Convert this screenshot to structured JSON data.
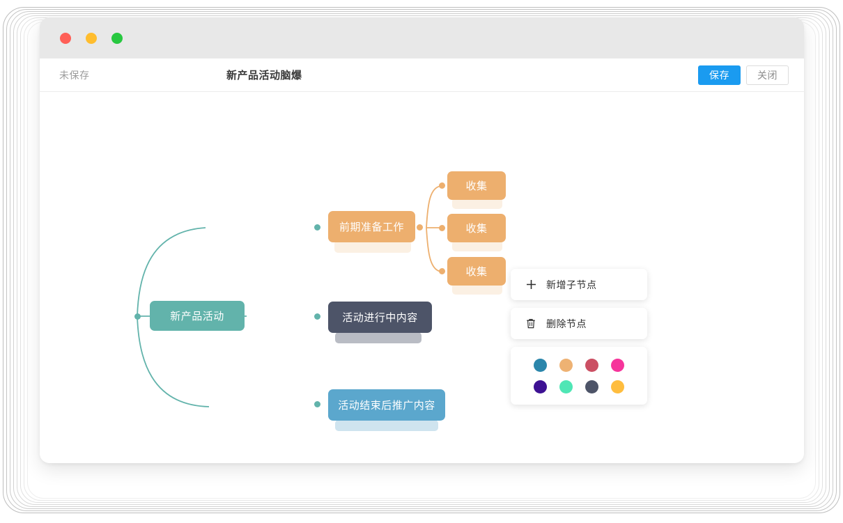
{
  "window": {
    "traffic_lights": [
      "close",
      "minimize",
      "maximize"
    ]
  },
  "toolbar": {
    "status": "未保存",
    "title": "新产品活动脑爆",
    "save_label": "保存",
    "close_label": "关闭",
    "save_color": "#1a9bf0"
  },
  "mindmap": {
    "root": {
      "label": "新产品活动",
      "color": "#62b3ab"
    },
    "branches": [
      {
        "label": "前期准备工作",
        "color": "#edaf6e",
        "children": [
          {
            "label": "收集",
            "color": "#edaf6e"
          },
          {
            "label": "收集",
            "color": "#edaf6e"
          },
          {
            "label": "收集",
            "color": "#edaf6e"
          }
        ]
      },
      {
        "label": "活动进行中内容",
        "color": "#4d5468",
        "children": []
      },
      {
        "label": "活动结束后推广内容",
        "color": "#5ba7cd",
        "children": []
      }
    ],
    "edge_color_root": "#62b3ab",
    "edge_color_branch": "#edaf6e"
  },
  "context_menu": {
    "items": [
      {
        "label": "新增子节点",
        "icon": "plus-icon"
      },
      {
        "label": "删除节点",
        "icon": "trash-icon"
      }
    ],
    "swatch_rows": [
      [
        "#2b86ab",
        "#eeb273",
        "#cb4f63",
        "#f6349b"
      ],
      [
        "#3d1193",
        "#4fe6b5",
        "#4d5468",
        "#ffbd3e"
      ]
    ]
  }
}
